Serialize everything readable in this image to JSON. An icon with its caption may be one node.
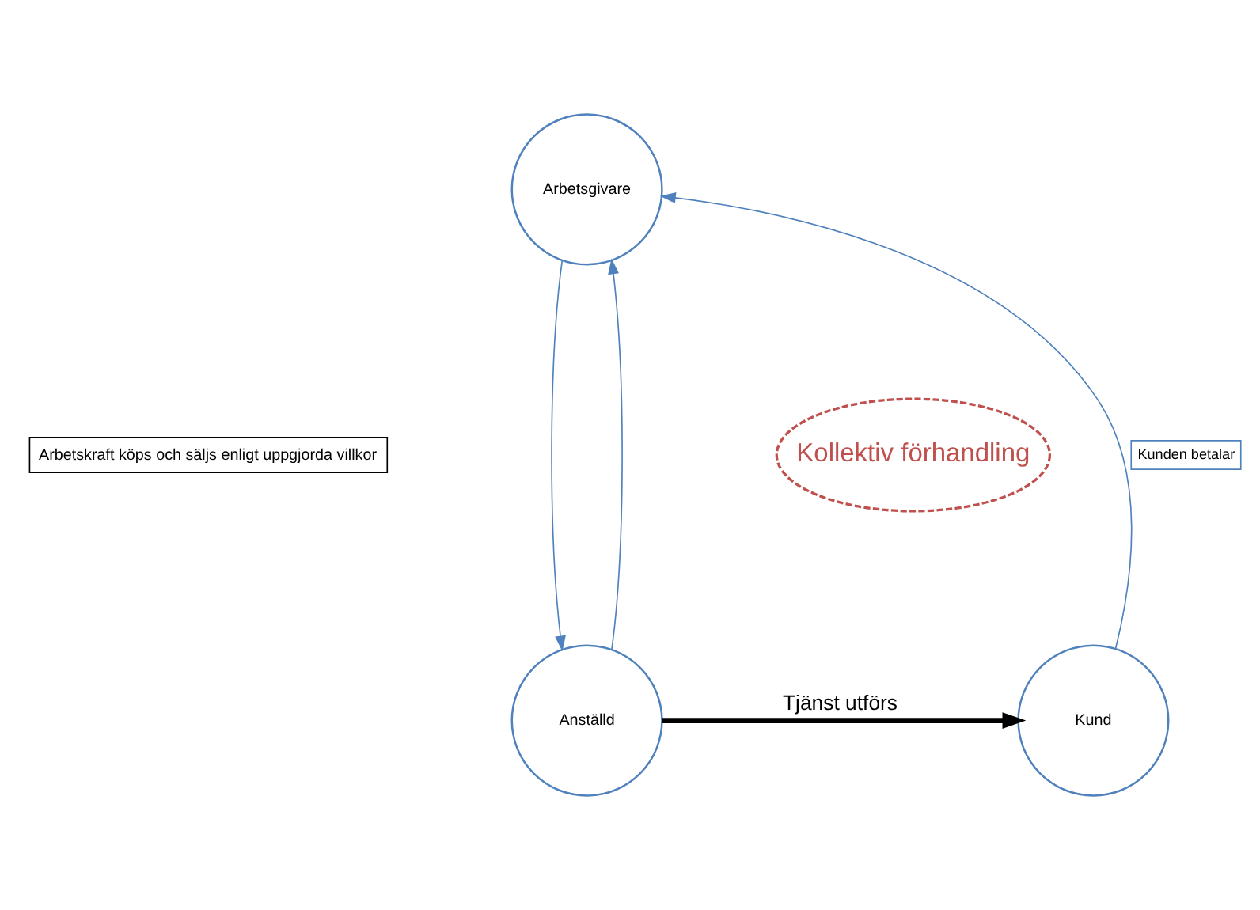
{
  "diagram": {
    "nodes": [
      {
        "text": [
          "Arbetsgivare"
        ]
      },
      {
        "text": [
          "Kollektiv förhandling"
        ]
      },
      {
        "text": [
          "Anställd"
        ]
      },
      {
        "text": [
          "Kund"
        ]
      }
    ],
    "edges": [
      {
        "from": 2,
        "to": 0,
        "arrow": "to"
      },
      {
        "from": 0,
        "to": 2,
        "arrow": "to"
      },
      {
        "from": 3,
        "to": 0,
        "arrow": "to",
        "label": "Kunden betalar"
      },
      {
        "from": 2,
        "to": 3,
        "arrow": "to",
        "label": "Tjänst utförs",
        "style": "thick",
        "color": "#000000"
      }
    ],
    "labels": [
      "Arbetskraft köps och säljs enligt uppgjorda villkor"
    ]
  }
}
